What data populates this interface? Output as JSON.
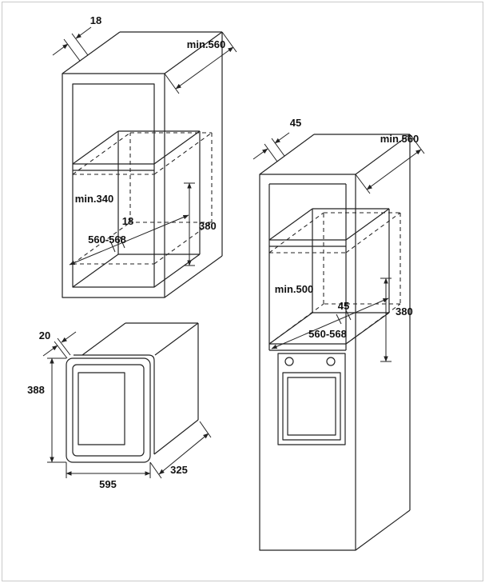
{
  "wall_cabinet": {
    "panel_thickness": "18",
    "depth_min": "min.560",
    "niche_height_min": "min.340",
    "shelf_thickness": "18",
    "niche_width": "560-568",
    "appliance_height": "380"
  },
  "microwave": {
    "frame_depth": "20",
    "height": "388",
    "width": "595",
    "depth": "325"
  },
  "tall_cabinet": {
    "panel_thickness": "45",
    "depth_min": "min.560",
    "niche_height_min": "min.500",
    "shelf_offset": "45",
    "niche_width": "560-568",
    "appliance_height": "380"
  }
}
